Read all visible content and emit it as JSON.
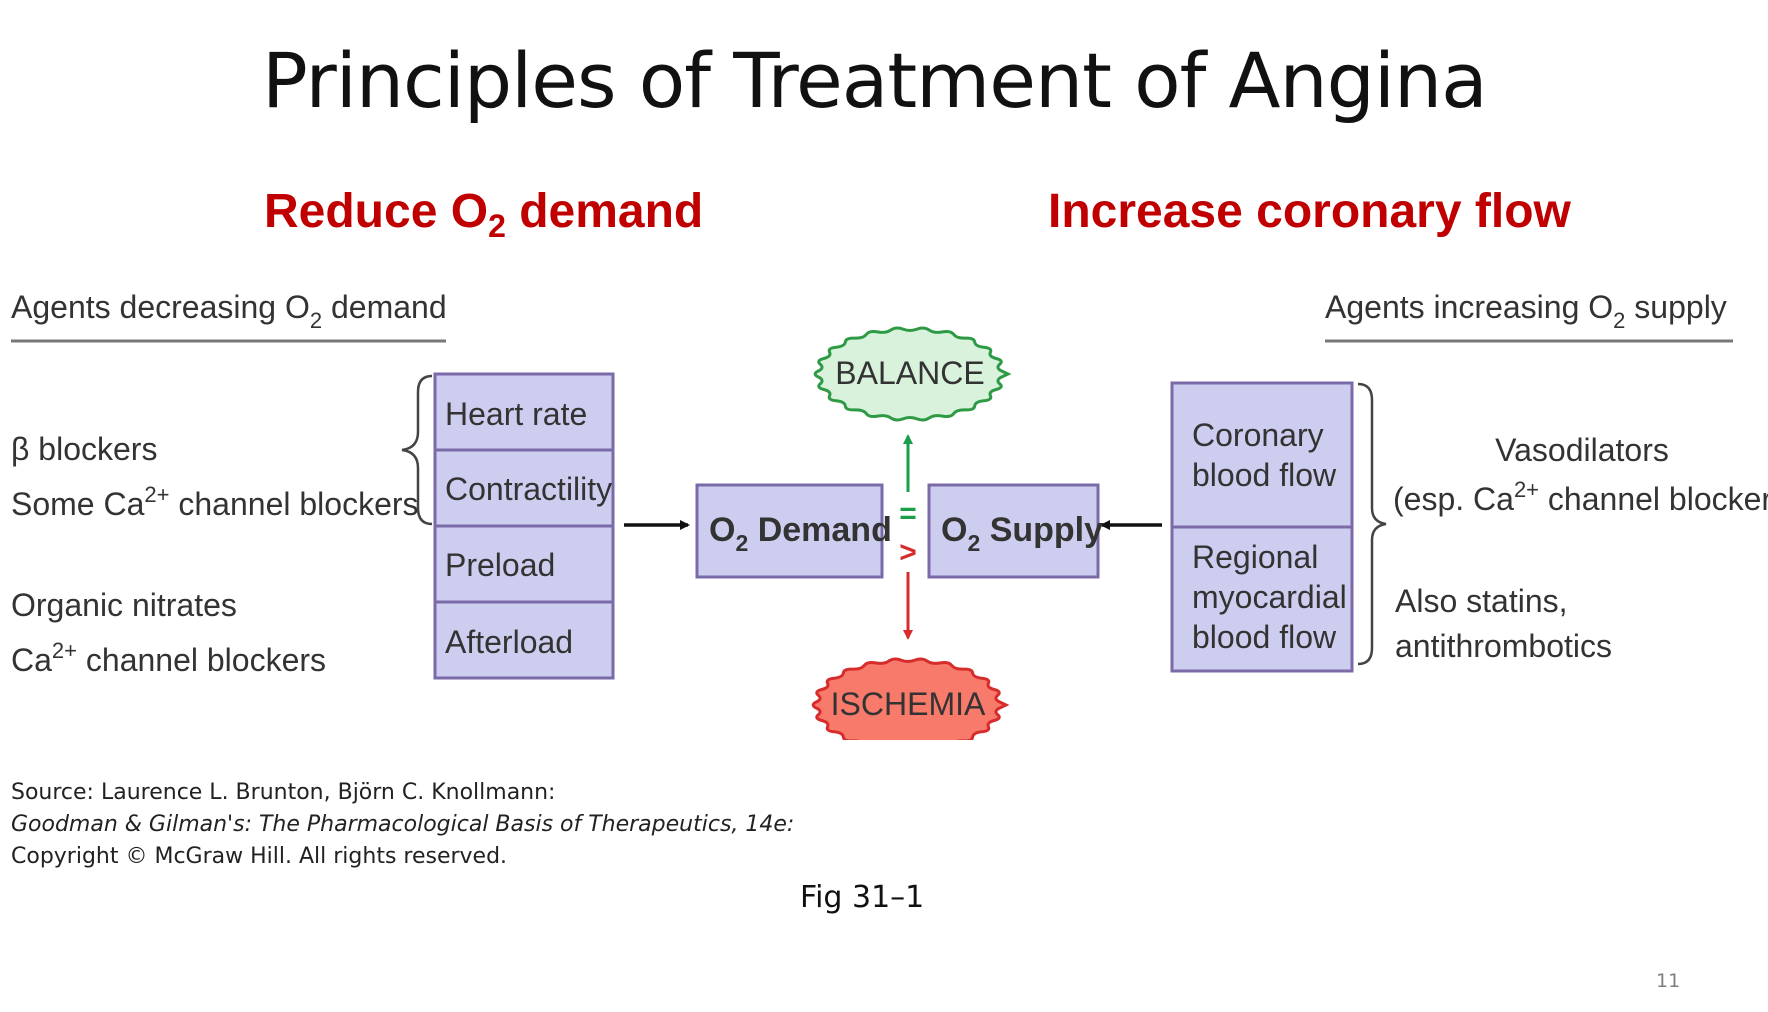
{
  "slide": {
    "title": "Principles of Treatment of Angina",
    "heading_left_pre": "Reduce O",
    "heading_left_sub": "2",
    "heading_left_post": " demand",
    "heading_right": "Increase coronary flow",
    "page_number": "11"
  },
  "colors": {
    "heading_red": "#c00000",
    "box_fill": "#cdcdf0",
    "box_stroke": "#7a6aa8",
    "balance_fill": "#d8f2dc",
    "balance_stroke": "#2e9a45",
    "ischemia_fill": "#f77a6b",
    "ischemia_stroke": "#d62c2c",
    "arrow_green": "#1a9e4a",
    "arrow_red": "#d62c2c"
  },
  "figure": {
    "left_header_pre": "Agents decreasing O",
    "left_header_sub": "2",
    "left_header_post": " demand",
    "right_header_pre": "Agents increasing O",
    "right_header_sub": "2",
    "right_header_post": " supply",
    "beta_blockers": "β blockers",
    "some_ca_pre": "Some Ca",
    "some_ca_sup": "2+",
    "some_ca_post": " channel blockers",
    "organic_nitrates": "Organic nitrates",
    "ca_pre": "Ca",
    "ca_sup": "2+",
    "ca_post": " channel blockers",
    "demand_factors": [
      "Heart rate",
      "Contractility",
      "Preload",
      "Afterload"
    ],
    "o2_demand_pre": "O",
    "o2_demand_sub": "2",
    "o2_demand_post": " Demand",
    "o2_supply_pre": "O",
    "o2_supply_sub": "2",
    "o2_supply_post": " Supply",
    "equals_sign": "=",
    "greater_sign": ">",
    "balance": "BALANCE",
    "ischemia": "ISCHEMIA",
    "supply_factor_1": [
      "Coronary",
      "blood flow"
    ],
    "supply_factor_2": [
      "Regional",
      "myocardial",
      "blood flow"
    ],
    "vasodilators": "Vasodilators",
    "esp_pre": "(esp. Ca",
    "esp_sup": "2+",
    "esp_post": " channel blockers)",
    "also_statins": "Also statins,",
    "antithrombotics": "antithrombotics"
  },
  "source": {
    "line1": "Source: Laurence L. Brunton, Björn C. Knollmann:",
    "line2": "Goodman & Gilman's: The Pharmacological Basis of Therapeutics, 14e:",
    "line3": "Copyright © McGraw Hill. All rights reserved."
  },
  "caption": "Fig 31–1"
}
